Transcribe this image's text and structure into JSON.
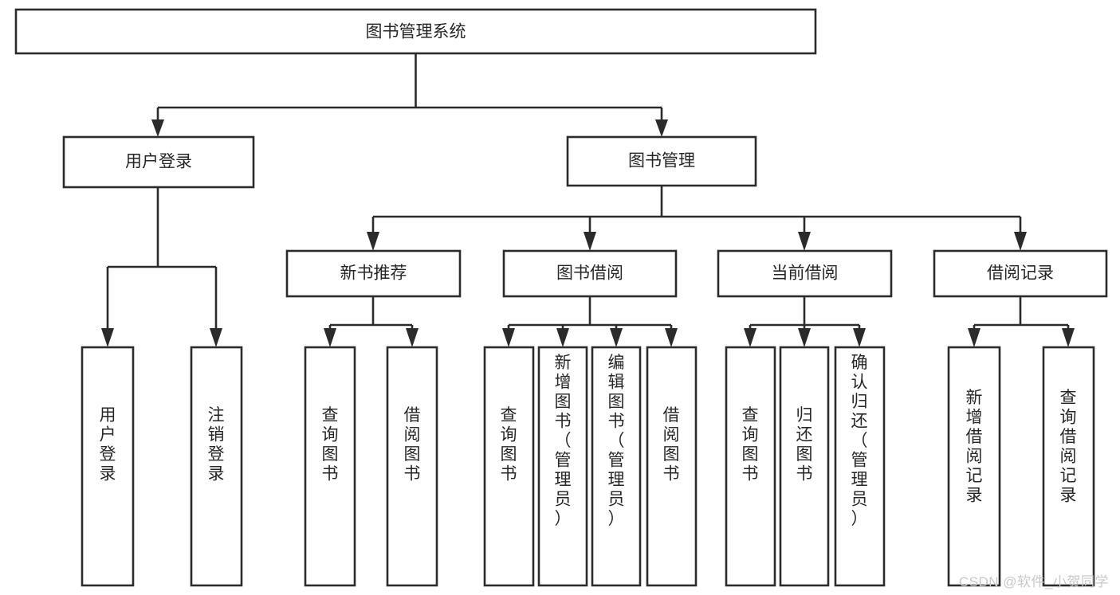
{
  "diagram": {
    "type": "tree",
    "title": "图书管理系统",
    "orientation": "top-down",
    "root": {
      "id": "root",
      "label": "图书管理系统"
    },
    "level2": [
      {
        "id": "user-login",
        "label": "用户登录"
      },
      {
        "id": "book-manage",
        "label": "图书管理"
      }
    ],
    "level3": [
      {
        "id": "new-book-recommend",
        "label": "新书推荐",
        "parent": "book-manage"
      },
      {
        "id": "book-borrow",
        "label": "图书借阅",
        "parent": "book-manage"
      },
      {
        "id": "current-borrow",
        "label": "当前借阅",
        "parent": "book-manage"
      },
      {
        "id": "borrow-record",
        "label": "借阅记录",
        "parent": "book-manage"
      }
    ],
    "leaves": [
      {
        "id": "leaf-user-login",
        "label": "用户登录",
        "parent": "user-login"
      },
      {
        "id": "leaf-user-logout",
        "label": "注销登录",
        "parent": "user-login"
      },
      {
        "id": "leaf-query-book-1",
        "label": "查询图书",
        "parent": "new-book-recommend"
      },
      {
        "id": "leaf-borrow-book-1",
        "label": "借阅图书",
        "parent": "new-book-recommend"
      },
      {
        "id": "leaf-query-book-2",
        "label": "查询图书",
        "parent": "book-borrow"
      },
      {
        "id": "leaf-add-book",
        "label": "新增图书（管理员）",
        "parent": "book-borrow"
      },
      {
        "id": "leaf-edit-book",
        "label": "编辑图书（管理员）",
        "parent": "book-borrow"
      },
      {
        "id": "leaf-borrow-book-2",
        "label": "借阅图书",
        "parent": "book-borrow"
      },
      {
        "id": "leaf-query-book-3",
        "label": "查询图书",
        "parent": "current-borrow"
      },
      {
        "id": "leaf-return-book",
        "label": "归还图书",
        "parent": "current-borrow"
      },
      {
        "id": "leaf-confirm-return",
        "label": "确认归还（管理员）",
        "parent": "current-borrow"
      },
      {
        "id": "leaf-add-record",
        "label": "新增借阅记录",
        "parent": "borrow-record"
      },
      {
        "id": "leaf-query-record",
        "label": "查询借阅记录",
        "parent": "borrow-record"
      }
    ],
    "colors": {
      "box_fill": "#ffffff",
      "box_stroke": "#2b2b2b",
      "connector": "#2b2b2b",
      "label_text": "#262626",
      "background": "#ffffff",
      "watermark": "#c9c9c9"
    }
  },
  "watermark": {
    "text": "CSDN @软件_小贺同学"
  }
}
